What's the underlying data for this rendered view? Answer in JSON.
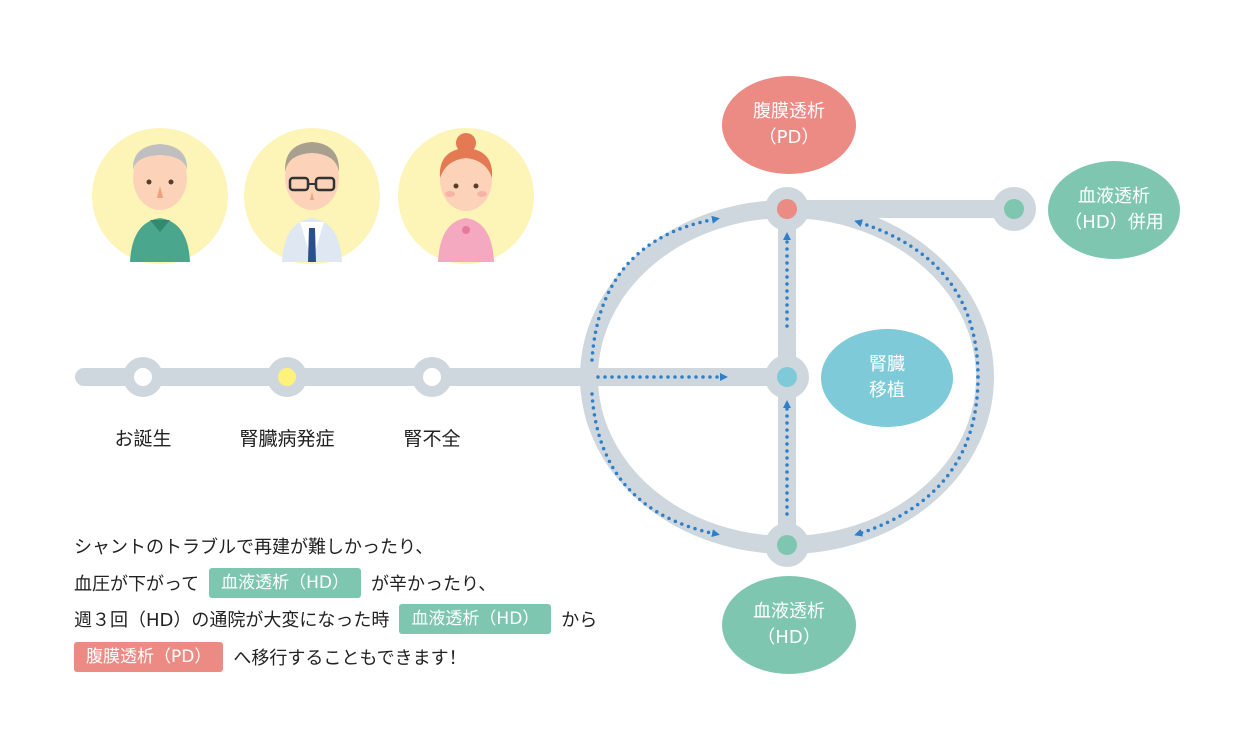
{
  "stages": [
    {
      "label": "お誕生",
      "dot_color": "#ffffff"
    },
    {
      "label": "腎臓病発症",
      "dot_color": "#fff27a"
    },
    {
      "label": "腎不全",
      "dot_color": "#ffffff"
    }
  ],
  "nodes": {
    "pd": {
      "line1": "腹膜透析",
      "line2": "（PD）",
      "color": "#ec8a84"
    },
    "hd_combined": {
      "line1": "血液透析",
      "line2": "（HD）併用",
      "color": "#7fc6b1"
    },
    "transplant": {
      "line1": "腎臓",
      "line2": "移植",
      "color": "#7ecad8"
    },
    "hd": {
      "line1": "血液透析",
      "line2": "（HD）",
      "color": "#7fc6b1"
    }
  },
  "text_block": {
    "line1": "シャントのトラブルで再建が難しかったり、",
    "line2_a": "血圧が下がって",
    "line2_tag": "血液透析（HD）",
    "line2_b": "が辛かったり、",
    "line3_a": "週３回（HD）の通院が大変になった時",
    "line3_tag": "血液透析（HD）",
    "line3_b": "から",
    "line4_tag": "腹膜透析（PD）",
    "line4_b": "へ移行することもできます！"
  },
  "colors": {
    "track": "#cfd7de",
    "arrow": "#2f7fc8",
    "avatar_bg": "#fdf4b8"
  },
  "avatars": [
    {
      "icon": "elderly-man-avatar"
    },
    {
      "icon": "doctor-with-glasses-avatar"
    },
    {
      "icon": "nurse-avatar"
    }
  ]
}
